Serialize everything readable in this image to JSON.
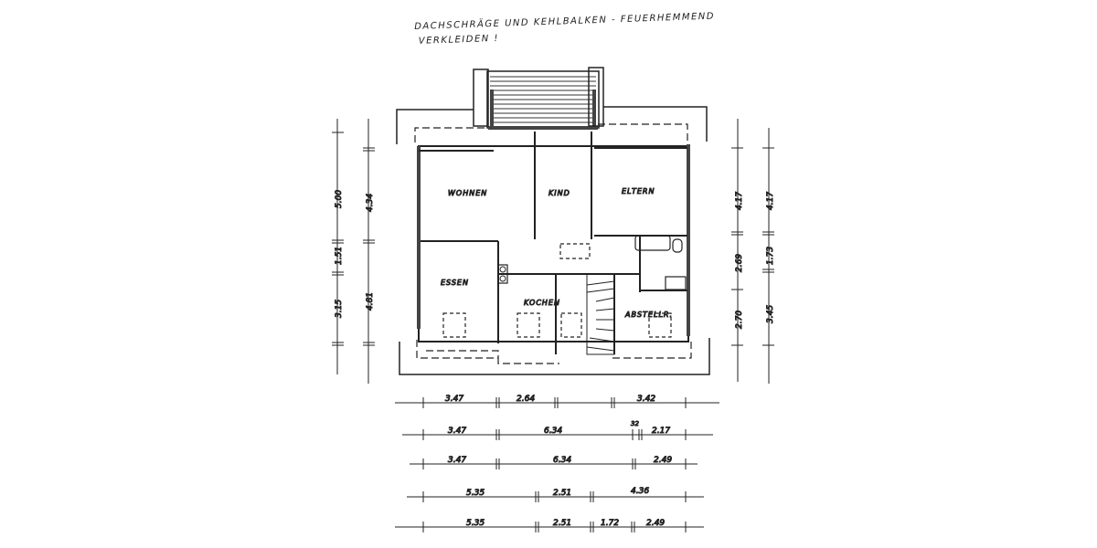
{
  "note": {
    "line1": "DACHSCHRÄGE UND KEHLBALKEN - FEUERHEMMEND",
    "line2": "VERKLEIDEN !"
  },
  "rooms": {
    "wohnen": "WOHNEN",
    "kind": "KIND",
    "eltern": "ELTERN",
    "essen": "ESSEN",
    "kochen": "KOCHEN",
    "abstellr": "ABSTELLR."
  },
  "dimensions": {
    "left_outer": [
      "5.00",
      "1.51",
      "3.15"
    ],
    "left_inner": [
      "4.34",
      "4.81"
    ],
    "right_inner": [
      "4.17",
      "2.69",
      "2.70"
    ],
    "right_outer": [
      "4.17",
      "1.73",
      "3.45"
    ],
    "bottom_row1": [
      "3.47",
      "2.64",
      "3.42"
    ],
    "bottom_row2": [
      "3.47",
      "6.34",
      "32",
      "2.17"
    ],
    "bottom_row3": [
      "3.47",
      "6.34",
      "2.49"
    ],
    "bottom_row4": [
      "5.35",
      "2.51",
      "4.36"
    ],
    "bottom_row5": [
      "5.35",
      "2.51",
      "1.72",
      "2.49"
    ]
  },
  "colors": {
    "ink": "#222222",
    "paper": "#ffffff"
  }
}
